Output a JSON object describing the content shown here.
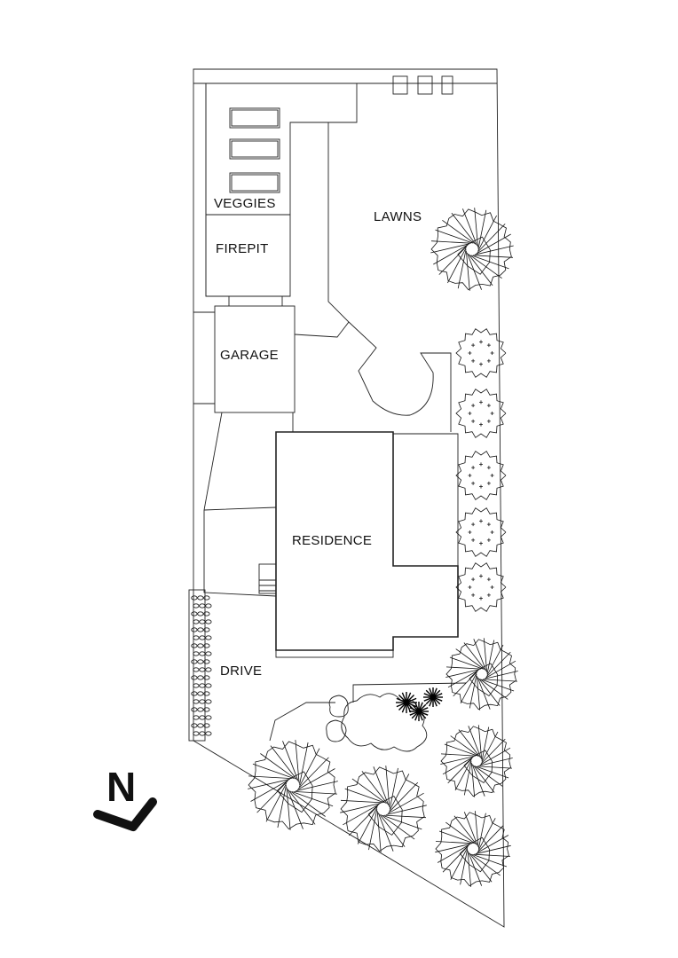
{
  "labels": {
    "veggies": "VEGGIES",
    "firepit": "FIREPIT",
    "lawns": "LAWNS",
    "garage": "GARAGE",
    "residence": "RESIDENCE",
    "drive": "DRIVE",
    "north": "N"
  },
  "colors": {
    "line": "#222222",
    "background": "#ffffff"
  },
  "icons": [
    "tree-icon",
    "shrub-icon",
    "palm-icon",
    "planter-box-icon",
    "north-arrow-icon"
  ]
}
